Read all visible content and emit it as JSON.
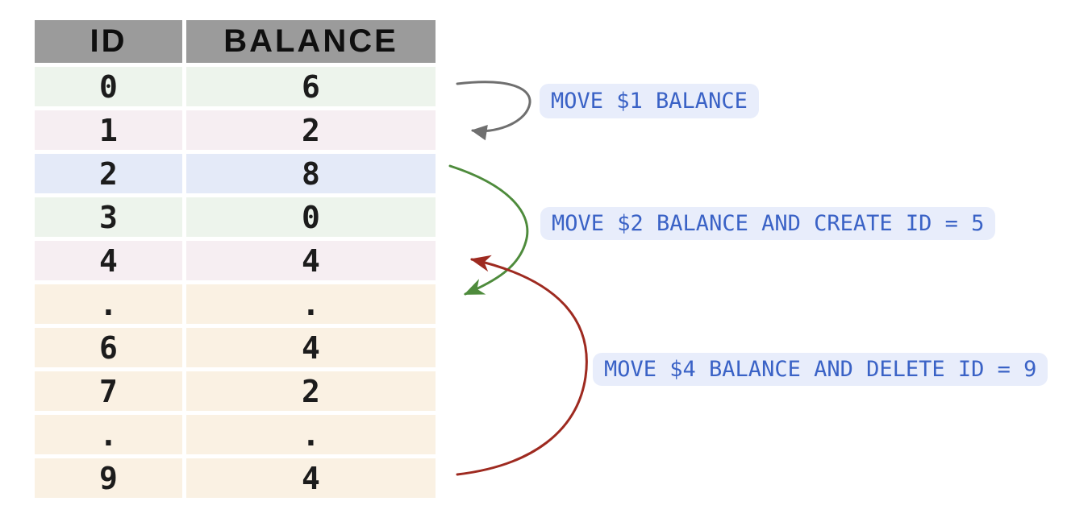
{
  "table": {
    "headers": [
      "ID",
      "BALANCE"
    ],
    "rows": [
      {
        "id": "0",
        "balance": "6",
        "tint": "green"
      },
      {
        "id": "1",
        "balance": "2",
        "tint": "pink"
      },
      {
        "id": "2",
        "balance": "8",
        "tint": "blue"
      },
      {
        "id": "3",
        "balance": "0",
        "tint": "green"
      },
      {
        "id": "4",
        "balance": "4",
        "tint": "pink"
      },
      {
        "id": ".",
        "balance": ".",
        "tint": "cream"
      },
      {
        "id": "6",
        "balance": "4",
        "tint": "cream"
      },
      {
        "id": "7",
        "balance": "2",
        "tint": "cream"
      },
      {
        "id": ".",
        "balance": ".",
        "tint": "cream"
      },
      {
        "id": "9",
        "balance": "4",
        "tint": "cream"
      }
    ]
  },
  "annotations": [
    {
      "label": "MOVE $1 BALANCE",
      "arrow": "gray",
      "from_row_id": "0",
      "to_row_id": "1"
    },
    {
      "label": "MOVE $2 BALANCE AND CREATE ID = 5",
      "arrow": "green",
      "from_row_id": "2",
      "to_row_id": "5"
    },
    {
      "label": "MOVE $4 BALANCE AND DELETE ID = 9",
      "arrow": "red",
      "from_row_id": "9",
      "to_row_id": "4"
    }
  ],
  "colors": {
    "header_bg": "#9b9b9b",
    "row_green": "#edf4ec",
    "row_pink": "#f6eef2",
    "row_blue": "#e4eaf8",
    "row_cream": "#faf1e3",
    "cell_text": "#1c1c1c",
    "label_text": "#3a62c6",
    "label_bg": "#e8edfb",
    "arrow_gray": "#6f6f6f",
    "arrow_green": "#4e8b3c",
    "arrow_red": "#9e2a20"
  }
}
